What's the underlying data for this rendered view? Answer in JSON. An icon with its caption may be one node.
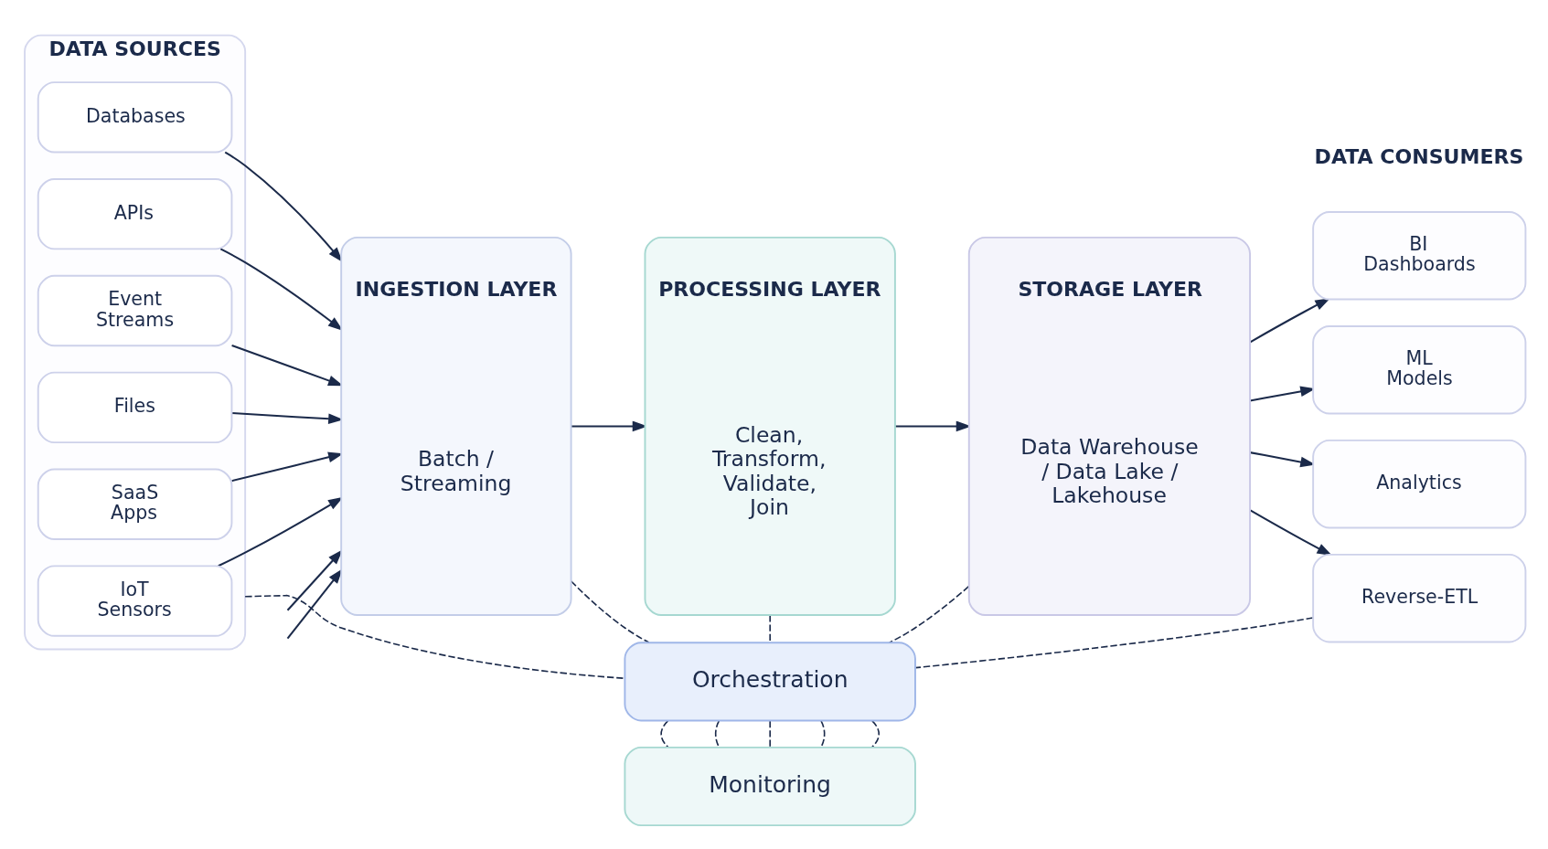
{
  "diagram": {
    "nodes": [
      {
        "text": [
          "DATA SOURCES"
        ]
      },
      {
        "text": [
          "Databases"
        ],
        "in": 0
      },
      {
        "text": [
          "APIs"
        ],
        "in": 0
      },
      {
        "text": [
          "Event Streams"
        ],
        "in": 0
      },
      {
        "text": [
          "Files"
        ],
        "in": 0
      },
      {
        "text": [
          "SaaS Apps"
        ],
        "in": 0
      },
      {
        "text": [
          "IoT Sensors"
        ],
        "in": 0
      },
      {
        "text": [
          "INGESTION LAYER",
          "Batch / Streaming"
        ]
      },
      {
        "text": [
          "PROCESSING LAYER",
          "Clean, Transform, Validate, Join"
        ]
      },
      {
        "text": [
          "STORAGE LAYER",
          "Data Warehouse / Data Lake / Lakehouse"
        ]
      },
      {
        "text": [
          "BI Dashboards"
        ]
      },
      {
        "text": [
          "ML Models"
        ]
      },
      {
        "text": [
          "Analytics"
        ]
      },
      {
        "text": [
          "Reverse-ETL"
        ]
      },
      {
        "text": [
          "Orchestration"
        ]
      },
      {
        "text": [
          "Monitoring"
        ]
      }
    ],
    "edges": [
      {
        "from": 1,
        "to": 7,
        "arrow": "to"
      },
      {
        "from": null,
        "to": 7,
        "arrow": "to"
      },
      {
        "from": 2,
        "to": 7,
        "arrow": "to"
      },
      {
        "from": 3,
        "to": 7,
        "arrow": "to"
      },
      {
        "from": 4,
        "to": 7,
        "arrow": "to"
      },
      {
        "from": null,
        "to": 7,
        "arrow": "to"
      },
      {
        "from": 5,
        "to": 7,
        "arrow": "to"
      },
      {
        "from": 6,
        "to": 7,
        "arrow": "to"
      },
      {
        "from": 7,
        "to": 8,
        "arrow": "to"
      },
      {
        "from": 8,
        "to": 9,
        "arrow": "to"
      },
      {
        "from": 9,
        "to": 10,
        "arrow": "to"
      },
      {
        "from": 9,
        "to": 11,
        "arrow": "to"
      },
      {
        "from": 9,
        "to": 12,
        "arrow": "to"
      },
      {
        "from": 9,
        "to": 13,
        "arrow": "to"
      },
      {
        "from": 0,
        "to": 14,
        "arrow": "none",
        "style": "dashed"
      },
      {
        "from": 7,
        "to": 14,
        "arrow": "none",
        "style": "dashed"
      },
      {
        "from": 8,
        "to": 14,
        "arrow": "none",
        "style": "dashed"
      },
      {
        "from": 9,
        "to": 14,
        "arrow": "none",
        "style": "dashed"
      },
      {
        "from": 13,
        "to": 14,
        "arrow": "none",
        "style": "dashed"
      },
      {
        "from": 14,
        "to": 15,
        "arrow": "none",
        "style": "dashed"
      },
      {
        "from": 14,
        "to": 15,
        "arrow": "none",
        "style": "dashed"
      },
      {
        "from": 14,
        "to": 15,
        "arrow": "none",
        "style": "dashed"
      },
      {
        "from": 14,
        "to": 15,
        "arrow": "none",
        "style": "dashed"
      },
      {
        "from": 14,
        "to": 15,
        "arrow": "none",
        "style": "dashed"
      }
    ],
    "labels": [
      "DATA CONSUMERS"
    ]
  }
}
